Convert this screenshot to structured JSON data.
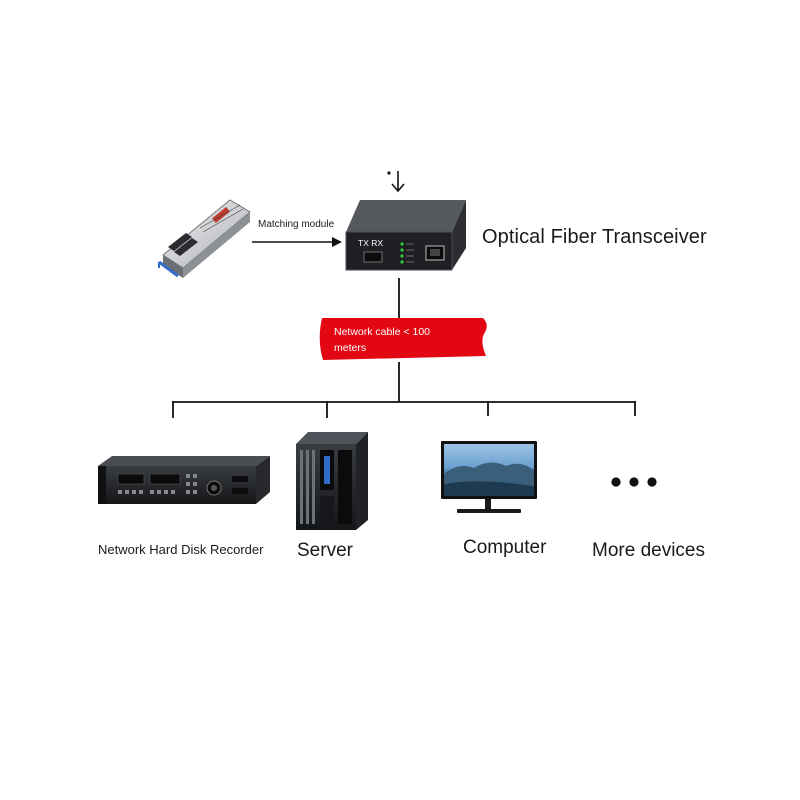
{
  "title": "Optical Fiber Transceiver",
  "connector_label": "Matching module",
  "cable_label": "Network cable < 100 meters",
  "transceiver": {
    "port_label": "TX RX"
  },
  "devices": [
    {
      "label": "Network Hard Disk Recorder",
      "icon": "nvr-icon"
    },
    {
      "label": "Server",
      "icon": "server-icon"
    },
    {
      "label": "Computer",
      "icon": "monitor-icon"
    },
    {
      "label": "More devices",
      "icon": "ellipsis-icon"
    }
  ],
  "colors": {
    "cable_banner": "#e30613",
    "lines": "#111111"
  }
}
